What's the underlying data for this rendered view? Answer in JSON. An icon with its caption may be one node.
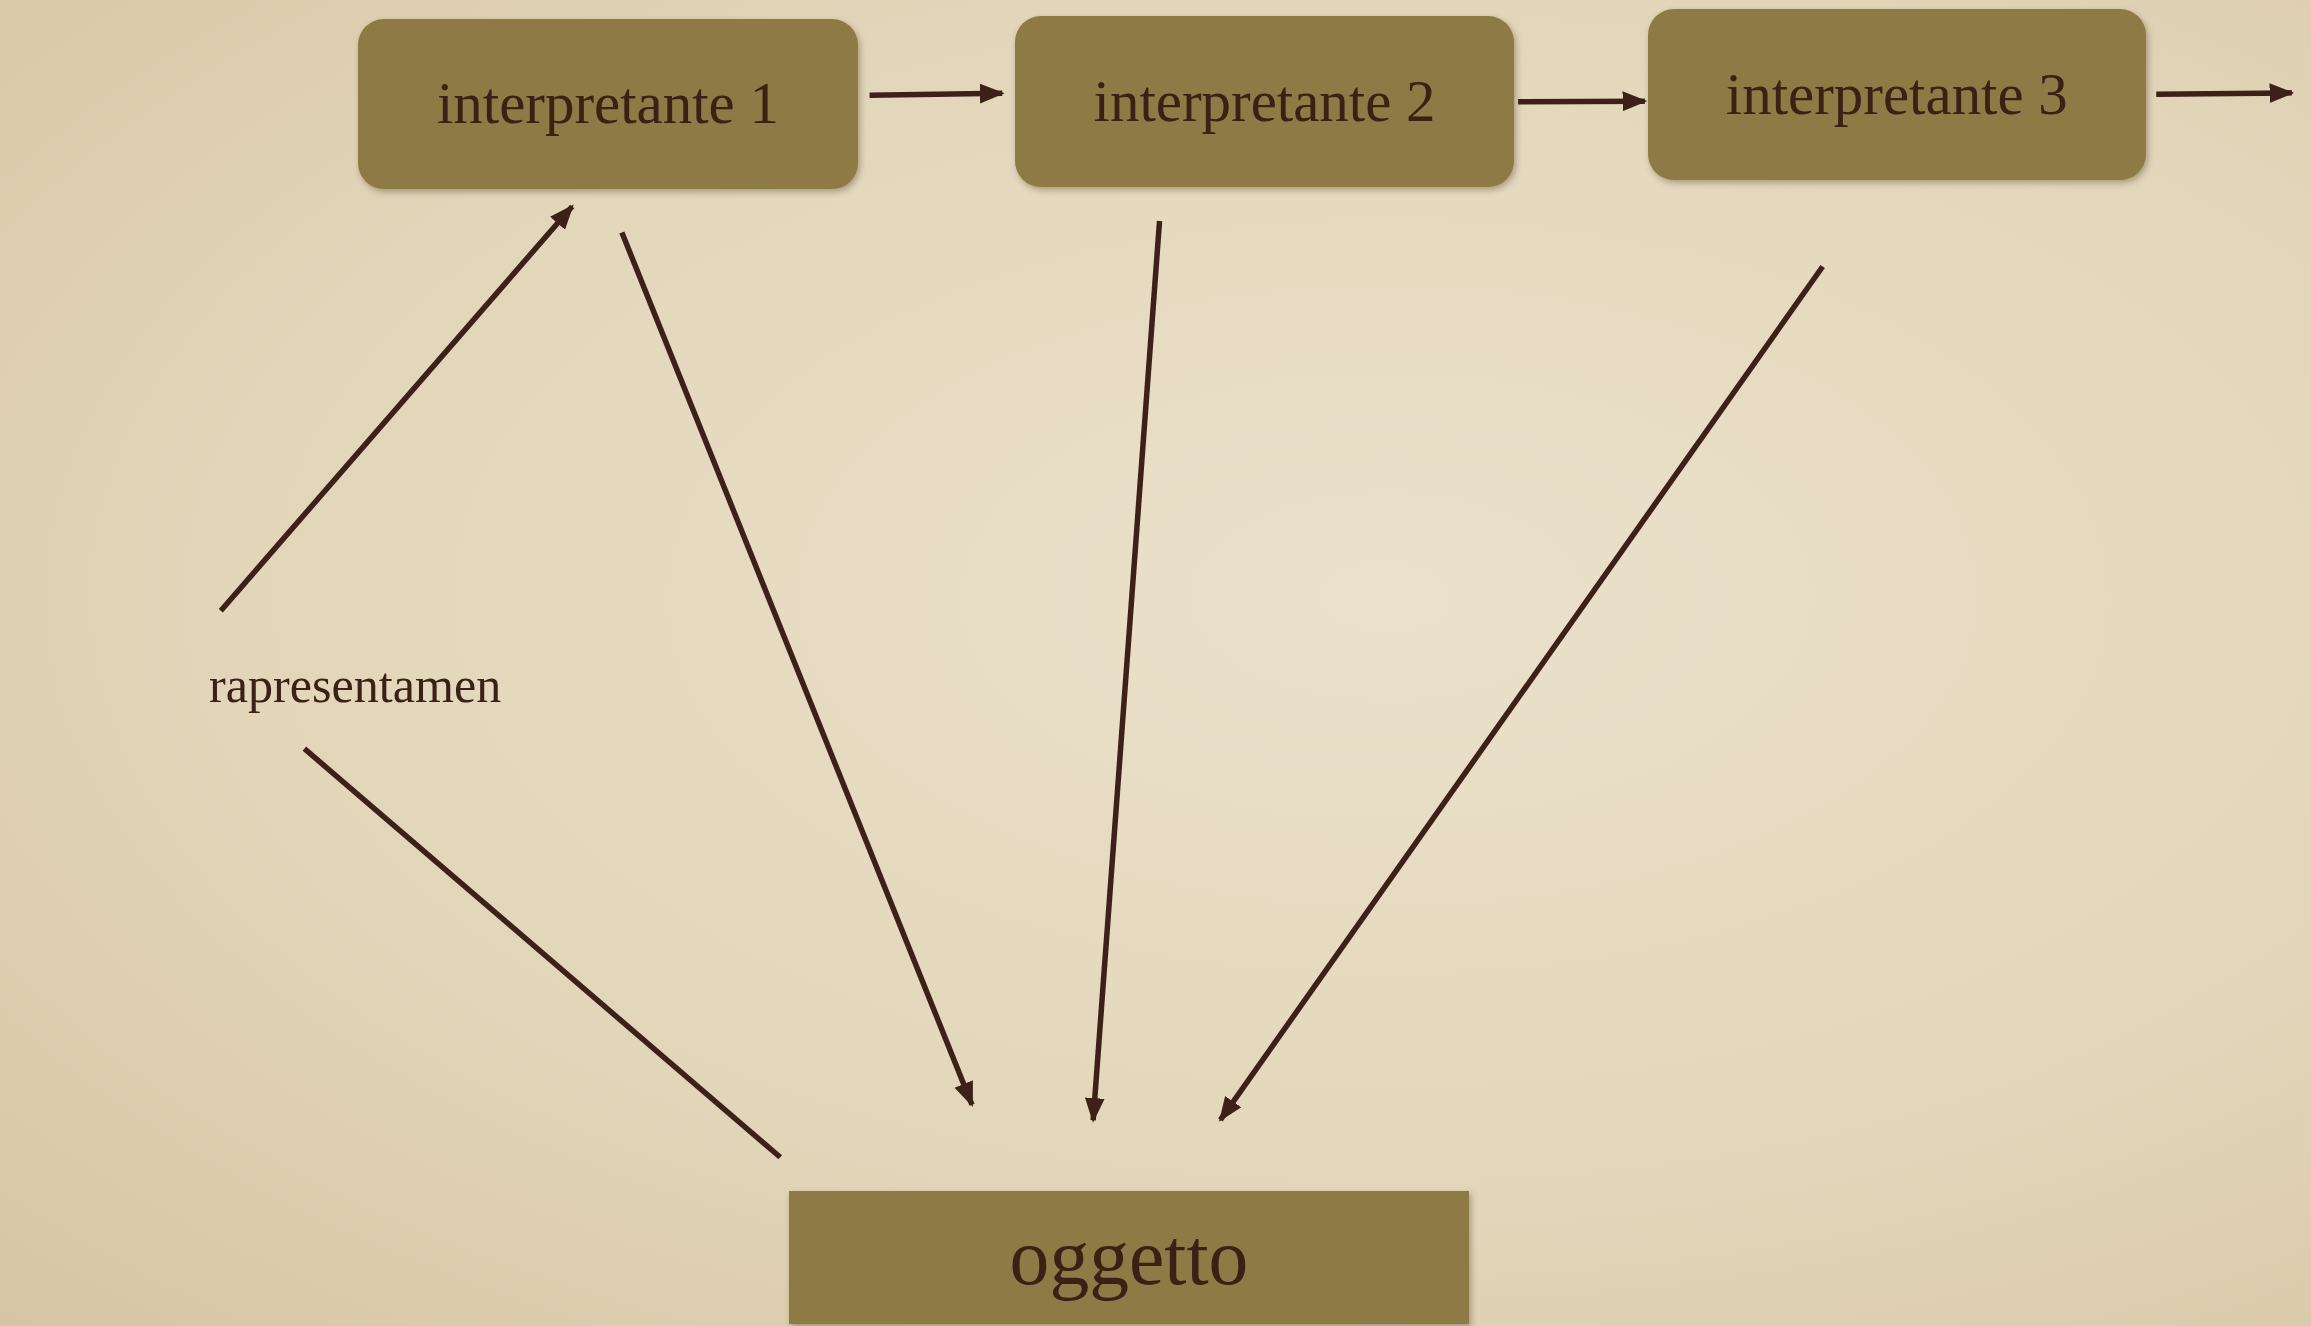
{
  "diagram": {
    "nodes": [
      {
        "text": [
          "interpretante 1"
        ]
      },
      {
        "text": [
          "interpretante 2"
        ]
      },
      {
        "text": [
          "interpretante 3"
        ]
      },
      {
        "text": [
          "rapresentamen"
        ]
      },
      {
        "text": [
          "oggetto"
        ]
      }
    ],
    "edges": [
      {
        "from": 0,
        "to": 1,
        "arrow": "to"
      },
      {
        "from": 1,
        "to": 2,
        "arrow": "to"
      },
      {
        "from": 2,
        "to": null,
        "arrow": "to"
      },
      {
        "from": 3,
        "to": 0,
        "arrow": "to"
      },
      {
        "from": 0,
        "to": 4,
        "arrow": "to"
      },
      {
        "from": 1,
        "to": 4,
        "arrow": "to"
      },
      {
        "from": 2,
        "to": 4,
        "arrow": "to"
      },
      {
        "from": 3,
        "to": 4,
        "arrow": "none"
      }
    ]
  }
}
